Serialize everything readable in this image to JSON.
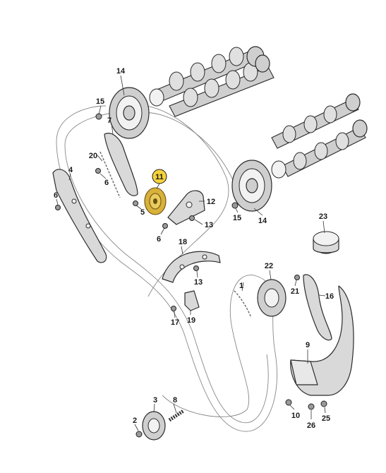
{
  "callouts": {
    "c1": "1",
    "c2": "2",
    "c3": "3",
    "c4": "4",
    "c5": "5",
    "c6a": "6",
    "c6b": "6",
    "c6c": "6",
    "c7": "7",
    "c8": "8",
    "c9": "9",
    "c10": "10",
    "c11": "11",
    "c12": "12",
    "c13a": "13",
    "c13b": "13",
    "c14a": "14",
    "c14b": "14",
    "c15a": "15",
    "c15b": "15",
    "c16": "16",
    "c17": "17",
    "c18": "18",
    "c19": "19",
    "c20": "20",
    "c21": "21",
    "c22": "22",
    "c23": "23",
    "c25": "25",
    "c26": "26"
  },
  "highlight": {
    "part": "11",
    "color": "#f4d23a"
  }
}
